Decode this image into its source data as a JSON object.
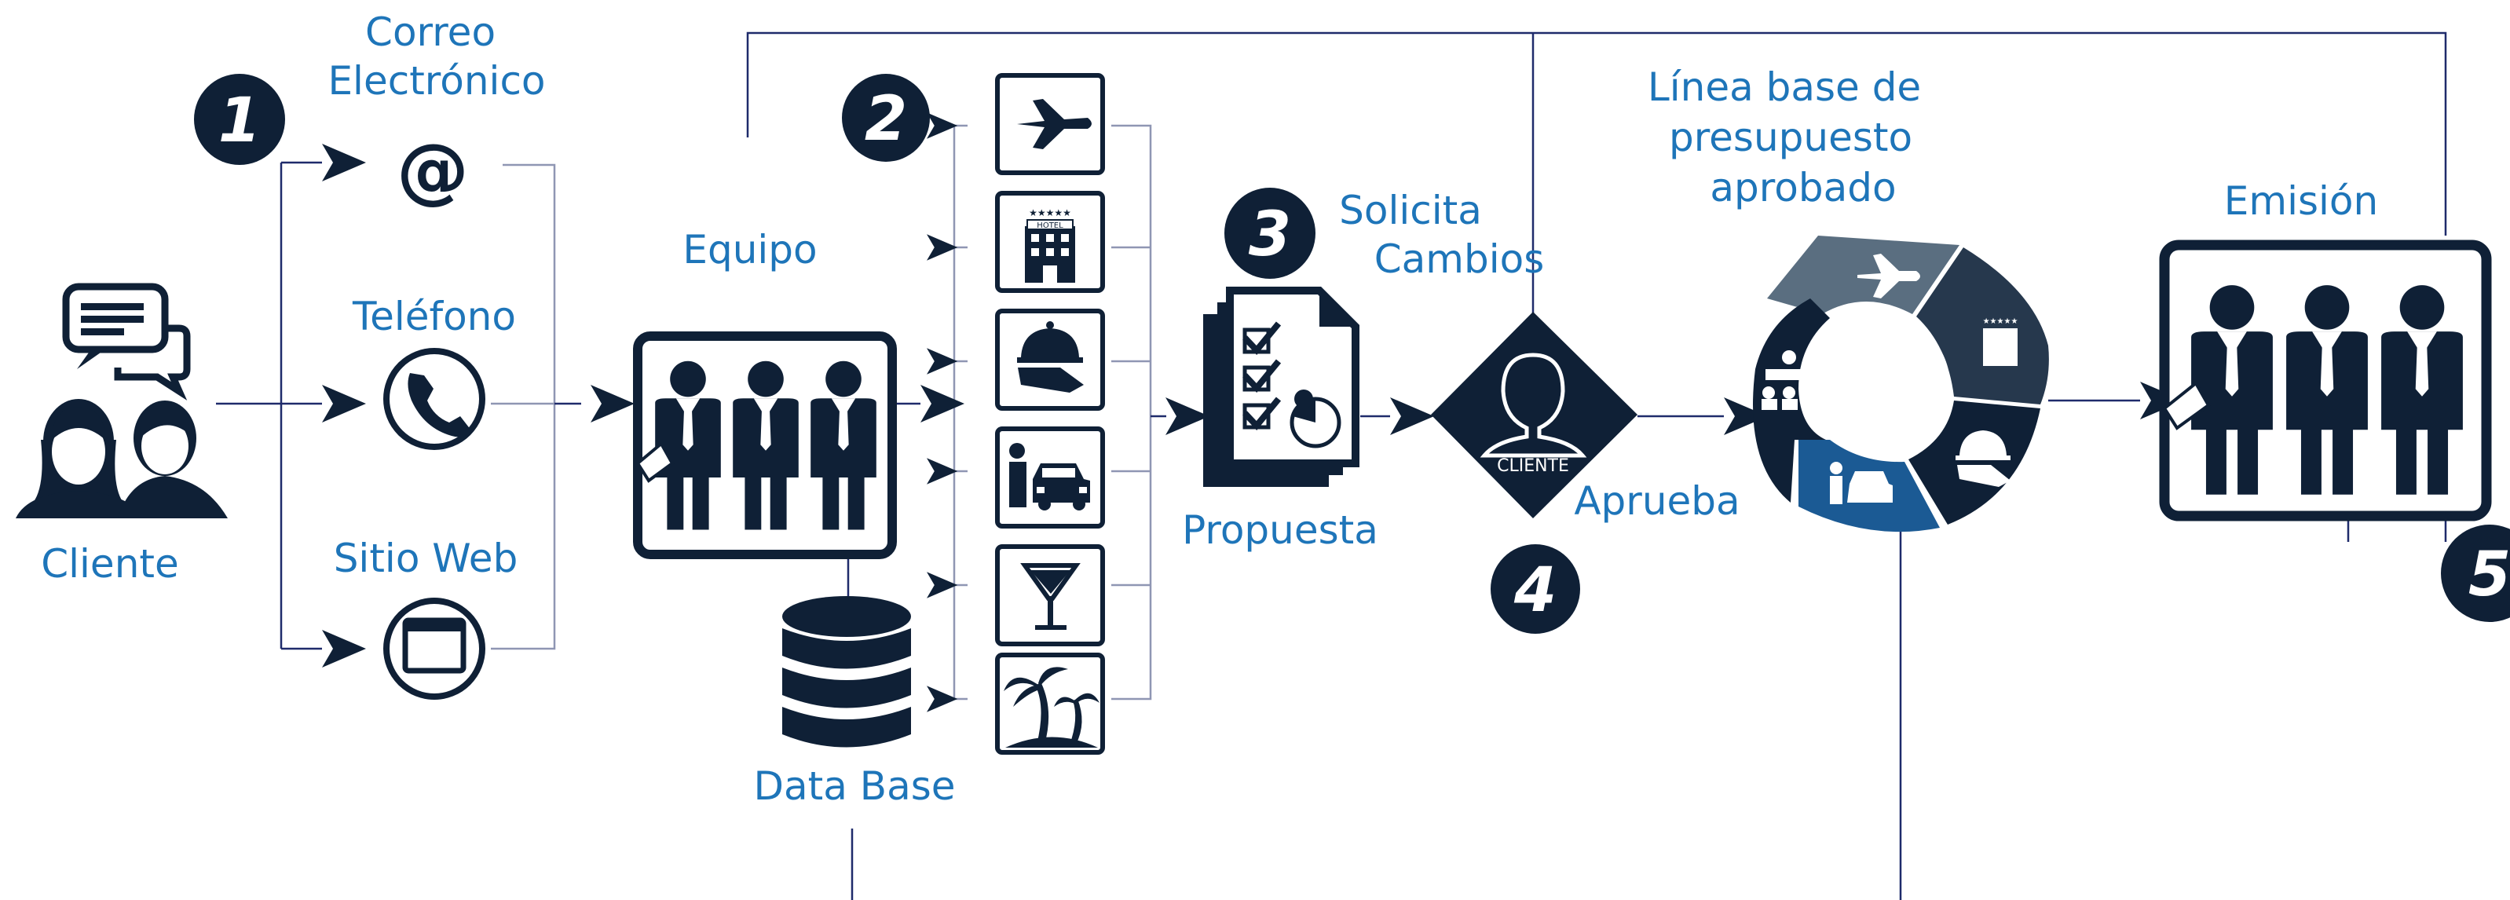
{
  "colors": {
    "dark": "#0f2036",
    "label": "#1e75b9",
    "line": "#1f2b6b",
    "blue": "#1b5a94",
    "grey": "#5a6e80"
  },
  "cliente": {
    "label": "Cliente",
    "icon": "customers-chat-icon"
  },
  "step1": {
    "number": "1"
  },
  "channels": {
    "email": "Correo\nElectrónico",
    "email_glyph": "@",
    "phone": "Teléfono",
    "web": "Sitio Web"
  },
  "equipo": {
    "label": "Equipo"
  },
  "database": {
    "label": "Data Base"
  },
  "step2": {
    "number": "2"
  },
  "services": [
    "plane-icon",
    "hotel-icon",
    "dining-icon",
    "taxi-icon",
    "cocktail-icon",
    "palm-tree-icon"
  ],
  "hotel_sign": "HOTEL",
  "step3": {
    "number": "3",
    "label": "Solicita\nCambios"
  },
  "propuesta": {
    "label": "Propuesta"
  },
  "cliente_diamond": {
    "label": "CLIENTE"
  },
  "step4": {
    "number": "4",
    "label": "Aprueba"
  },
  "budget": {
    "label": "Línea base de\npresupuesto\naprobado"
  },
  "emision": {
    "label": "Emisión"
  },
  "step5": {
    "number": "5"
  }
}
